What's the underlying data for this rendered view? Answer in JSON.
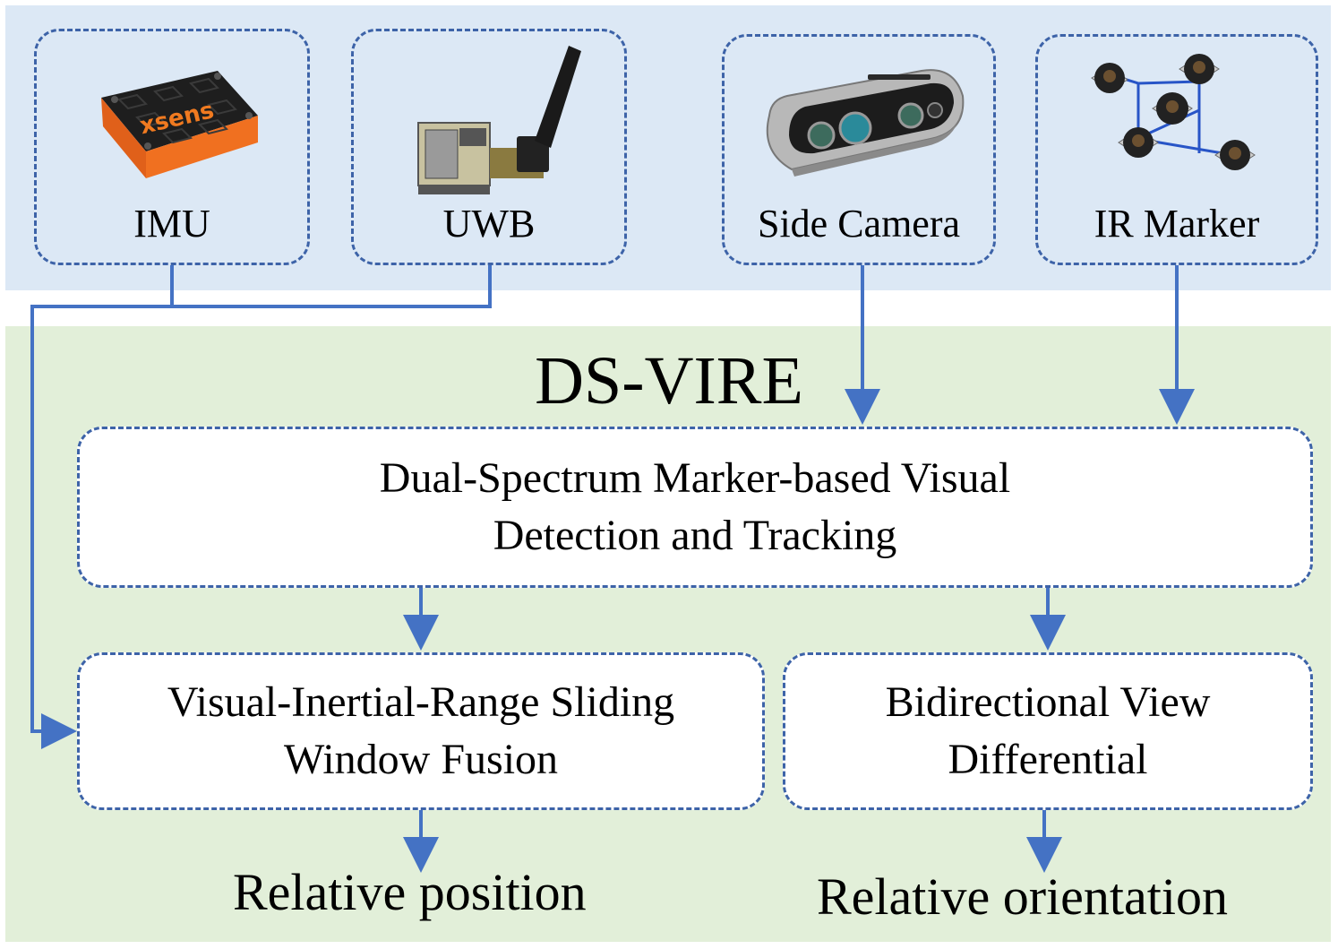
{
  "sensors": {
    "imu": {
      "label": "IMU",
      "icon": "xsens-imu-icon",
      "brand": "xsens"
    },
    "uwb": {
      "label": "UWB",
      "icon": "uwb-module-antenna-icon"
    },
    "camera": {
      "label": "Side Camera",
      "icon": "depth-camera-icon"
    },
    "ir": {
      "label": "IR Marker",
      "icon": "ir-led-marker-icon"
    }
  },
  "system": {
    "title": "DS-VIRE"
  },
  "modules": {
    "detection": {
      "label": "Dual-Spectrum Marker-based Visual\nDetection and Tracking"
    },
    "fusion": {
      "label": "Visual-Inertial-Range Sliding\nWindow Fusion"
    },
    "view": {
      "label": "Bidirectional View\nDifferential"
    }
  },
  "outputs": {
    "position": "Relative position",
    "orientation": "Relative orientation"
  },
  "colors": {
    "sensor_band": "#dce8f5",
    "algorithm_band": "#e2efd9",
    "dashed_border": "#3d63a8",
    "arrow": "#4472c4"
  }
}
